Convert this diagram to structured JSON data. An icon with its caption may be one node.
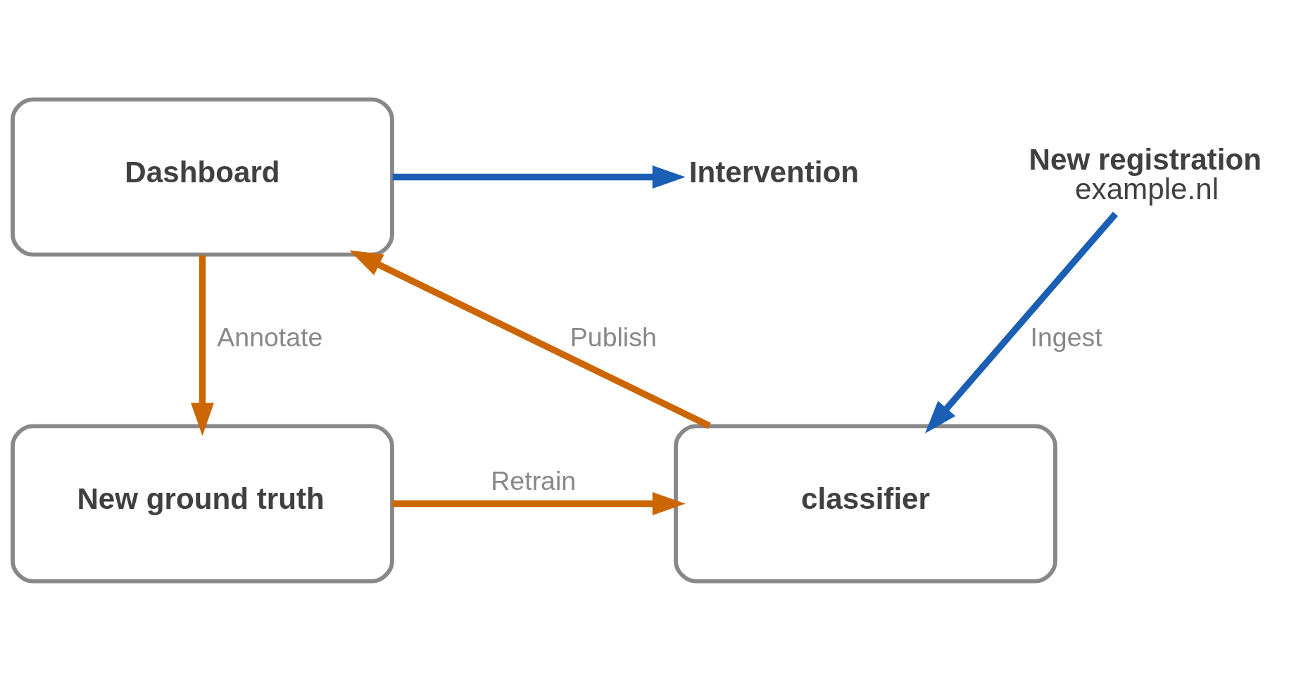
{
  "diagram": {
    "nodes": [
      {
        "text": [
          "Dashboard"
        ]
      },
      {
        "text": [
          "Intervention"
        ]
      },
      {
        "text": [
          "classifier"
        ]
      },
      {
        "text": [
          "New ground truth"
        ]
      },
      {
        "text": [
          "New registration",
          "example.nl"
        ]
      }
    ],
    "edges": [
      {
        "from": 2,
        "to": 0,
        "arrow": "to",
        "label": "Publish"
      },
      {
        "from": 0,
        "to": 1,
        "arrow": "to",
        "color": "#1a5fb4"
      },
      {
        "from": 0,
        "to": 3,
        "arrow": "to",
        "label": "Annotate"
      },
      {
        "from": 3,
        "to": 2,
        "arrow": "to",
        "label": "Retrain"
      },
      {
        "from": 4,
        "to": 2,
        "arrow": "to",
        "label": "Ingest",
        "color": "#1a5fb4"
      }
    ]
  }
}
